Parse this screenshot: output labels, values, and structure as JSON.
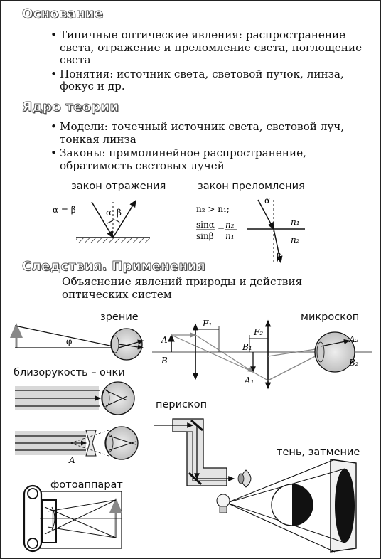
{
  "basis": {
    "title": "Основание",
    "bullets": [
      "Типичные оптические явления: распространение света, отражение и преломление света, поглощение света",
      "Понятия: источник света, световой пучок, линза, фокус и др."
    ]
  },
  "core": {
    "title": "Ядро теории",
    "bullets": [
      "Модели: точечный источник света, световой луч, тонкая линза",
      "Законы: прямолинейное распространение, обратимость световых лучей"
    ]
  },
  "laws": {
    "reflection": {
      "title": "закон отражения",
      "formula": "α = β",
      "alpha": "α",
      "beta": "β"
    },
    "refraction": {
      "title": "закон преломления",
      "condition": "n₂ > n₁;",
      "sin_alpha": "sinα",
      "sin_beta": "sinβ",
      "eq": "=",
      "n2": "n₂",
      "n1": "n₁",
      "alpha": "α",
      "beta": "β",
      "n1_label": "n₁",
      "n2_label": "n₂"
    }
  },
  "consequences": {
    "title": "Следствия. Применения",
    "text": "Объяснение явлений природы и действия оптических систем"
  },
  "applications": {
    "vision": "зрение",
    "phi": "φ",
    "myopia": "близорукость – очки",
    "myopia_point": "A",
    "microscope": "микроскоп",
    "ms_A": "A",
    "ms_B": "B",
    "ms_F1": "F₁",
    "ms_F2": "F₂",
    "ms_B1": "B₁",
    "ms_A1": "A₁",
    "ms_A2": "A₂",
    "ms_B2": "B₂",
    "periscope": "перископ",
    "camera": "фотоаппарат",
    "shadow": "тень, затмение"
  }
}
